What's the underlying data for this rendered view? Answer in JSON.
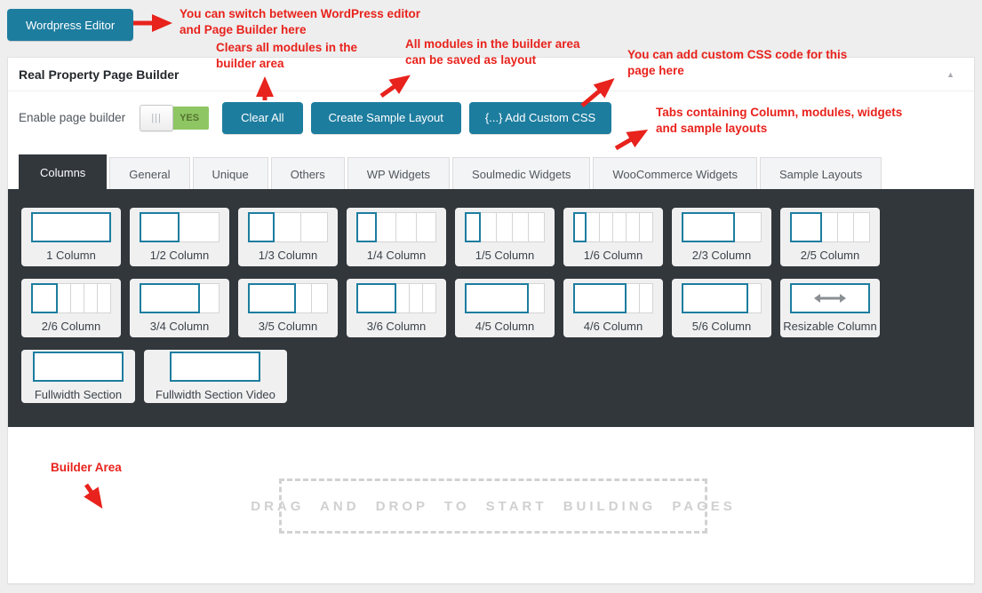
{
  "header_bar": {
    "wordpress_editor_button": "Wordpress Editor"
  },
  "annotations": {
    "switch_editor": [
      "You can switch between WordPress editor",
      "and Page Builder here"
    ],
    "clear_all": [
      "Clears all modules in the",
      "builder area"
    ],
    "save_layout": [
      "All modules in the builder area",
      "can be saved as layout"
    ],
    "custom_css": [
      "You can add custom CSS code for this",
      "page here"
    ],
    "tabs_info": [
      "Tabs containing Column, modules, widgets",
      "and sample layouts"
    ],
    "builder_area": [
      "Builder Area"
    ]
  },
  "panel": {
    "title": "Real Property Page Builder",
    "collapse_icon": "▲",
    "enable_page_builder_label": "Enable page builder",
    "toggle": {
      "handle_glyph": "|||",
      "state_label": "YES"
    },
    "buttons": {
      "clear_all": "Clear All",
      "create_sample_layout": "Create Sample Layout",
      "add_custom_css": "{...} Add Custom CSS"
    }
  },
  "tabs": [
    {
      "label": "Columns",
      "active": true
    },
    {
      "label": "General",
      "active": false
    },
    {
      "label": "Unique",
      "active": false
    },
    {
      "label": "Others",
      "active": false
    },
    {
      "label": "WP Widgets",
      "active": false
    },
    {
      "label": "Soulmedic Widgets",
      "active": false
    },
    {
      "label": "WooCommerce Widgets",
      "active": false
    },
    {
      "label": "Sample Layouts",
      "active": false
    }
  ],
  "modules": [
    [
      {
        "label": "1 Column",
        "kind": "fraction",
        "filled": 1,
        "total": 1
      },
      {
        "label": "1/2 Column",
        "kind": "fraction",
        "filled": 1,
        "total": 2
      },
      {
        "label": "1/3 Column",
        "kind": "fraction",
        "filled": 1,
        "total": 3
      },
      {
        "label": "1/4 Column",
        "kind": "fraction",
        "filled": 1,
        "total": 4
      },
      {
        "label": "1/5 Column",
        "kind": "fraction",
        "filled": 1,
        "total": 5
      },
      {
        "label": "1/6 Column",
        "kind": "fraction",
        "filled": 1,
        "total": 6
      },
      {
        "label": "2/3 Column",
        "kind": "fraction",
        "filled": 2,
        "total": 3
      },
      {
        "label": "2/5 Column",
        "kind": "fraction",
        "filled": 2,
        "total": 5
      }
    ],
    [
      {
        "label": "2/6 Column",
        "kind": "fraction",
        "filled": 2,
        "total": 6
      },
      {
        "label": "3/4 Column",
        "kind": "fraction",
        "filled": 3,
        "total": 4
      },
      {
        "label": "3/5 Column",
        "kind": "fraction",
        "filled": 3,
        "total": 5
      },
      {
        "label": "3/6 Column",
        "kind": "fraction",
        "filled": 3,
        "total": 6
      },
      {
        "label": "4/5 Column",
        "kind": "fraction",
        "filled": 4,
        "total": 5
      },
      {
        "label": "4/6 Column",
        "kind": "fraction",
        "filled": 4,
        "total": 6
      },
      {
        "label": "5/6 Column",
        "kind": "fraction",
        "filled": 5,
        "total": 6
      },
      {
        "label": "Resizable Column",
        "kind": "resizable"
      }
    ],
    [
      {
        "label": "Fullwidth Section",
        "kind": "fullwidth"
      },
      {
        "label": "Fullwidth Section Video",
        "kind": "fullwidth"
      }
    ]
  ],
  "builder": {
    "dropzone_text": "DRAG AND DROP TO START BUILDING PAGES"
  },
  "colors": {
    "accent_teal": "#1d7d9f",
    "dark_panel": "#32373c",
    "annotation_red": "#e8221c",
    "toggle_green": "#8ec664"
  }
}
